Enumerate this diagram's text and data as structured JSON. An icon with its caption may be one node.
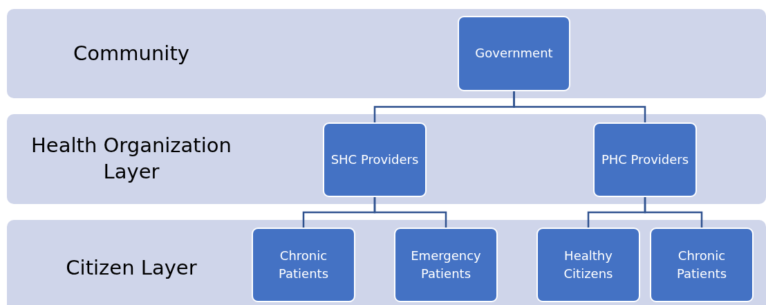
{
  "diagram": {
    "nodes": [
      {
        "text": [
          "Community"
        ]
      },
      {
        "text": [
          "Government"
        ],
        "in": 0
      },
      {
        "text": [
          "Health Organization Layer"
        ]
      },
      {
        "text": [
          "SHC Providers"
        ],
        "in": 2
      },
      {
        "text": [
          "PHC Providers"
        ],
        "in": 2
      },
      {
        "text": [
          "Citizen Layer"
        ]
      },
      {
        "text": [
          "Chronic Patients"
        ],
        "in": 5
      },
      {
        "text": [
          "Emergency Patients"
        ],
        "in": 5
      },
      {
        "text": [
          "Healthy Citizens"
        ],
        "in": 5
      },
      {
        "text": [
          "Chronic Patients"
        ],
        "in": 5
      }
    ],
    "edges": [
      {
        "from": 1,
        "to": 3,
        "arrow": "none"
      },
      {
        "from": 1,
        "to": 4,
        "arrow": "none"
      },
      {
        "from": 3,
        "to": 6,
        "arrow": "none"
      },
      {
        "from": 3,
        "to": 7,
        "arrow": "none"
      },
      {
        "from": 4,
        "to": 8,
        "arrow": "none"
      },
      {
        "from": 4,
        "to": 9,
        "arrow": "none"
      }
    ]
  }
}
